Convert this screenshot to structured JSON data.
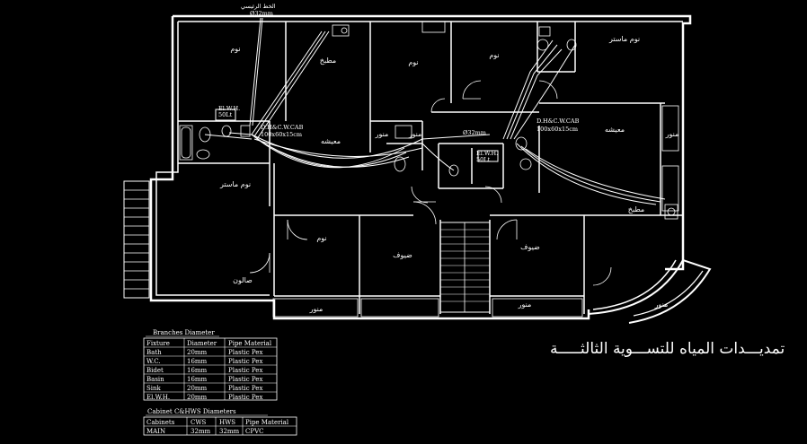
{
  "drawing_title": "تمديـــدات المياه للتســـوية الثالثـــــة",
  "colors": {
    "background": "#000000",
    "lines": "#ffffff",
    "panel": "#111111"
  },
  "annotations": {
    "main_line_label": "الخط الرئيسي",
    "main_line_size": "Ø32mm",
    "sub_line_size": "Ø32mm",
    "ewh_left": [
      "El.W.H.",
      "50Lt"
    ],
    "ewh_right": [
      "El.W.H.",
      "50Lt"
    ],
    "cab_left": [
      "D.H&C.W.CAB",
      "100x60x15cm"
    ],
    "cab_right": [
      "D.H&C.W.CAB",
      "100x60x15cm"
    ]
  },
  "rooms": [
    {
      "id": "r1",
      "label": "نوم"
    },
    {
      "id": "r2",
      "label": "مطبخ"
    },
    {
      "id": "r3",
      "label": "نوم"
    },
    {
      "id": "r4",
      "label": "نوم"
    },
    {
      "id": "r5",
      "label": "نوم ماستر"
    },
    {
      "id": "r6",
      "label": "معيشه"
    },
    {
      "id": "r7",
      "label": "معيشه"
    },
    {
      "id": "r8",
      "label": "منور"
    },
    {
      "id": "r9",
      "label": "منور"
    },
    {
      "id": "r10",
      "label": "منور"
    },
    {
      "id": "r11",
      "label": "نوم ماستر"
    },
    {
      "id": "r12",
      "label": "مطبخ"
    },
    {
      "id": "r13",
      "label": "نوم"
    },
    {
      "id": "r14",
      "label": "ضيوف"
    },
    {
      "id": "r15",
      "label": "ضيوف"
    },
    {
      "id": "r16",
      "label": "صالون"
    },
    {
      "id": "r17",
      "label": "منور"
    },
    {
      "id": "r18",
      "label": "منور"
    },
    {
      "id": "r19",
      "label": "منور"
    }
  ],
  "branches_table": {
    "caption": "Branches Diameter",
    "headers": [
      "Fixture",
      "Diameter",
      "Pipe Material"
    ],
    "rows": [
      [
        "Bath",
        "20mm",
        "Plastic Pex"
      ],
      [
        "W.C.",
        "16mm",
        "Plastic Pex"
      ],
      [
        "Bidet",
        "16mm",
        "Plastic Pex"
      ],
      [
        "Basin",
        "16mm",
        "Plastic Pex"
      ],
      [
        "Sink",
        "20mm",
        "Plastic Pex"
      ],
      [
        "El.W.H.",
        "20mm",
        "Plastic Pex"
      ]
    ]
  },
  "cabinet_table": {
    "caption": "Cabinet C&HWS Diameters",
    "headers": [
      "Cabinets",
      "CWS",
      "HWS",
      "Pipe Material"
    ],
    "rows": [
      [
        "MAIN",
        "32mm",
        "32mm",
        "CPVC"
      ]
    ]
  }
}
